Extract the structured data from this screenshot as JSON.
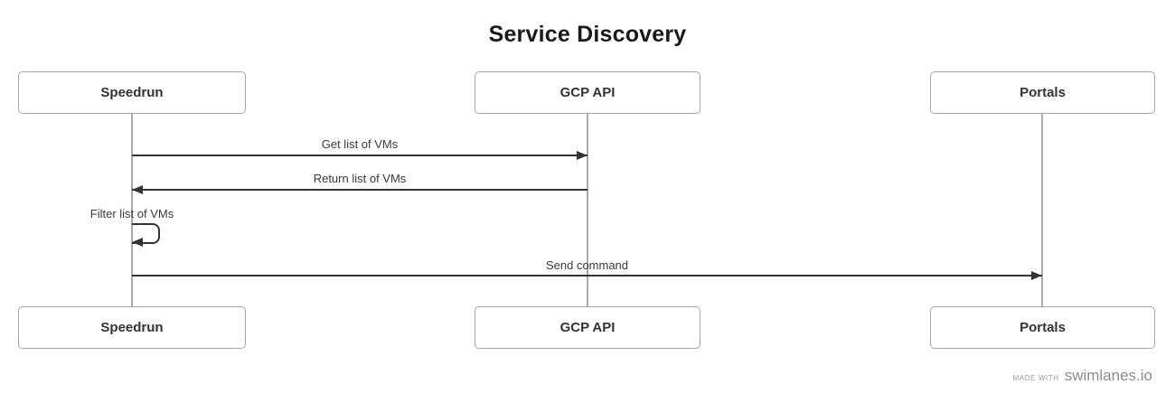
{
  "title": "Service Discovery",
  "actors": [
    {
      "id": "speedrun",
      "label": "Speedrun"
    },
    {
      "id": "gcp-api",
      "label": "GCP API"
    },
    {
      "id": "portals",
      "label": "Portals"
    }
  ],
  "messages": [
    {
      "label": "Get list of VMs",
      "from": "Speedrun",
      "to": "GCP API",
      "direction": "right"
    },
    {
      "label": "Return list of VMs",
      "from": "GCP API",
      "to": "Speedrun",
      "direction": "left"
    },
    {
      "label": "Filter list of VMs",
      "from": "Speedrun",
      "to": "Speedrun",
      "direction": "self"
    },
    {
      "label": "Send command",
      "from": "Speedrun",
      "to": "Portals",
      "direction": "right"
    }
  ],
  "footer": {
    "made_with": "MADE WITH",
    "brand": "swimlanes.io"
  },
  "colors": {
    "arrow": "#333333",
    "box_border": "#a6a6a6",
    "lifeline": "#ababab",
    "text": "#333333",
    "footer_text": "#8c8c8c"
  }
}
